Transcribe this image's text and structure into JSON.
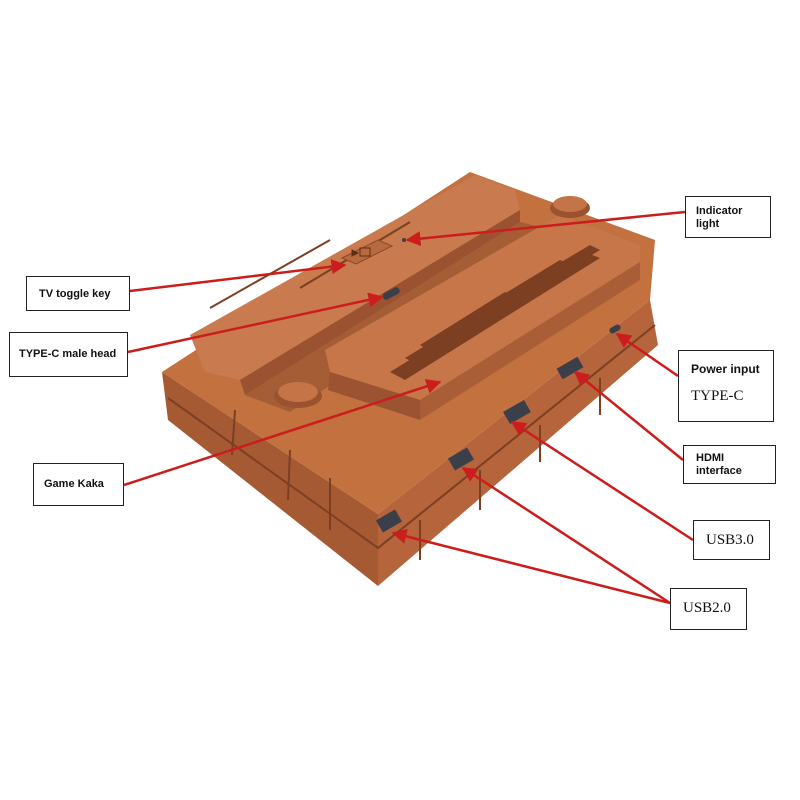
{
  "colors": {
    "body": "#b8673d",
    "body_light": "#c97a4e",
    "body_dark": "#8f4a2a",
    "seam": "#7d3f22",
    "arrow": "#cc1d1d",
    "port": "#3a3f4a"
  },
  "icons": {
    "tv_toggle_key": "tv-toggle-icon"
  },
  "callouts": {
    "indicator_light": {
      "label": "Indicator\nlight"
    },
    "tv_toggle_key": {
      "label": "TV toggle key"
    },
    "type_c_male_head": {
      "label": "TYPE-C male head"
    },
    "power_input": {
      "label": "Power input",
      "sublabel": "TYPE-C"
    },
    "game_kaka": {
      "label": "Game Kaka"
    },
    "hdmi_interface": {
      "label": "HDMI\ninterface"
    },
    "usb30": {
      "label": "USB3.0"
    },
    "usb20": {
      "label": "USB2.0"
    }
  }
}
